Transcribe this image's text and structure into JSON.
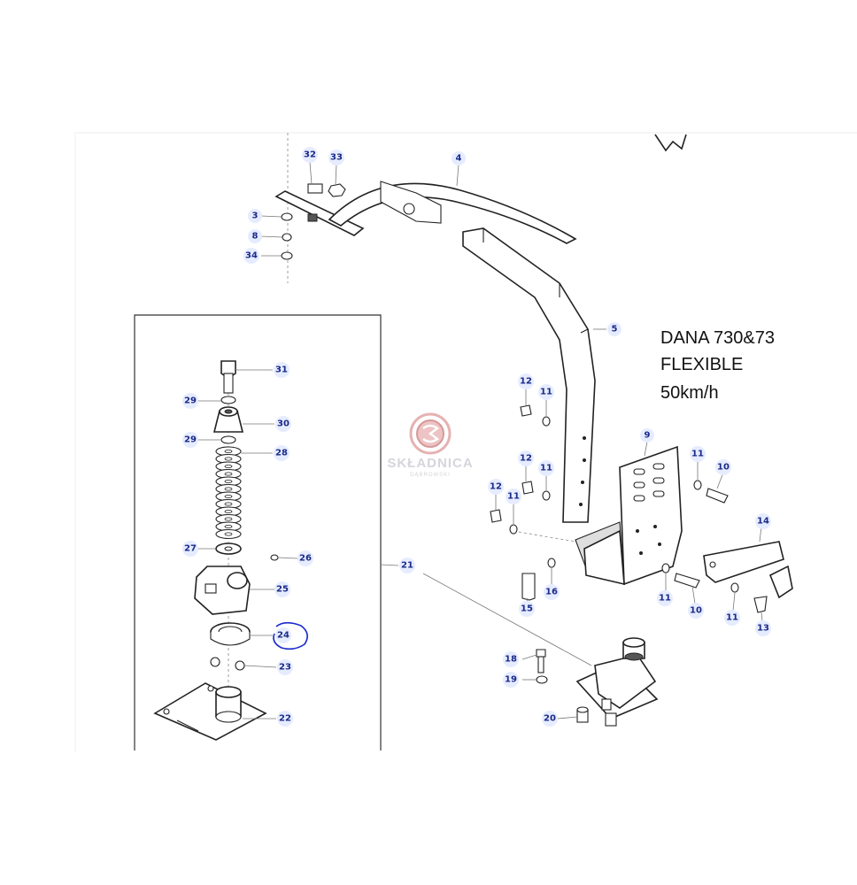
{
  "title": {
    "line1": "DANA 730&73",
    "line2": "FLEXIBLE",
    "line3": "50km/h"
  },
  "watermark": {
    "name": "SKŁADNICA",
    "sub": "DĄBROWSKI"
  },
  "callouts": [
    "32",
    "33",
    "4",
    "3",
    "8",
    "34",
    "5",
    "31",
    "29",
    "30",
    "29",
    "28",
    "27",
    "26",
    "25",
    "24",
    "23",
    "22",
    "21",
    "12",
    "11",
    "12",
    "11",
    "12",
    "11",
    "9",
    "11",
    "10",
    "14",
    "16",
    "15",
    "11",
    "10",
    "11",
    "13",
    "18",
    "19",
    "20"
  ],
  "highlighted_callout": "24",
  "colors": {
    "callout_text": "#1a2a88",
    "callout_fill": "#e6ecff",
    "highlight_ring": "#1a2acc",
    "watermark_logo": "#c87878"
  }
}
